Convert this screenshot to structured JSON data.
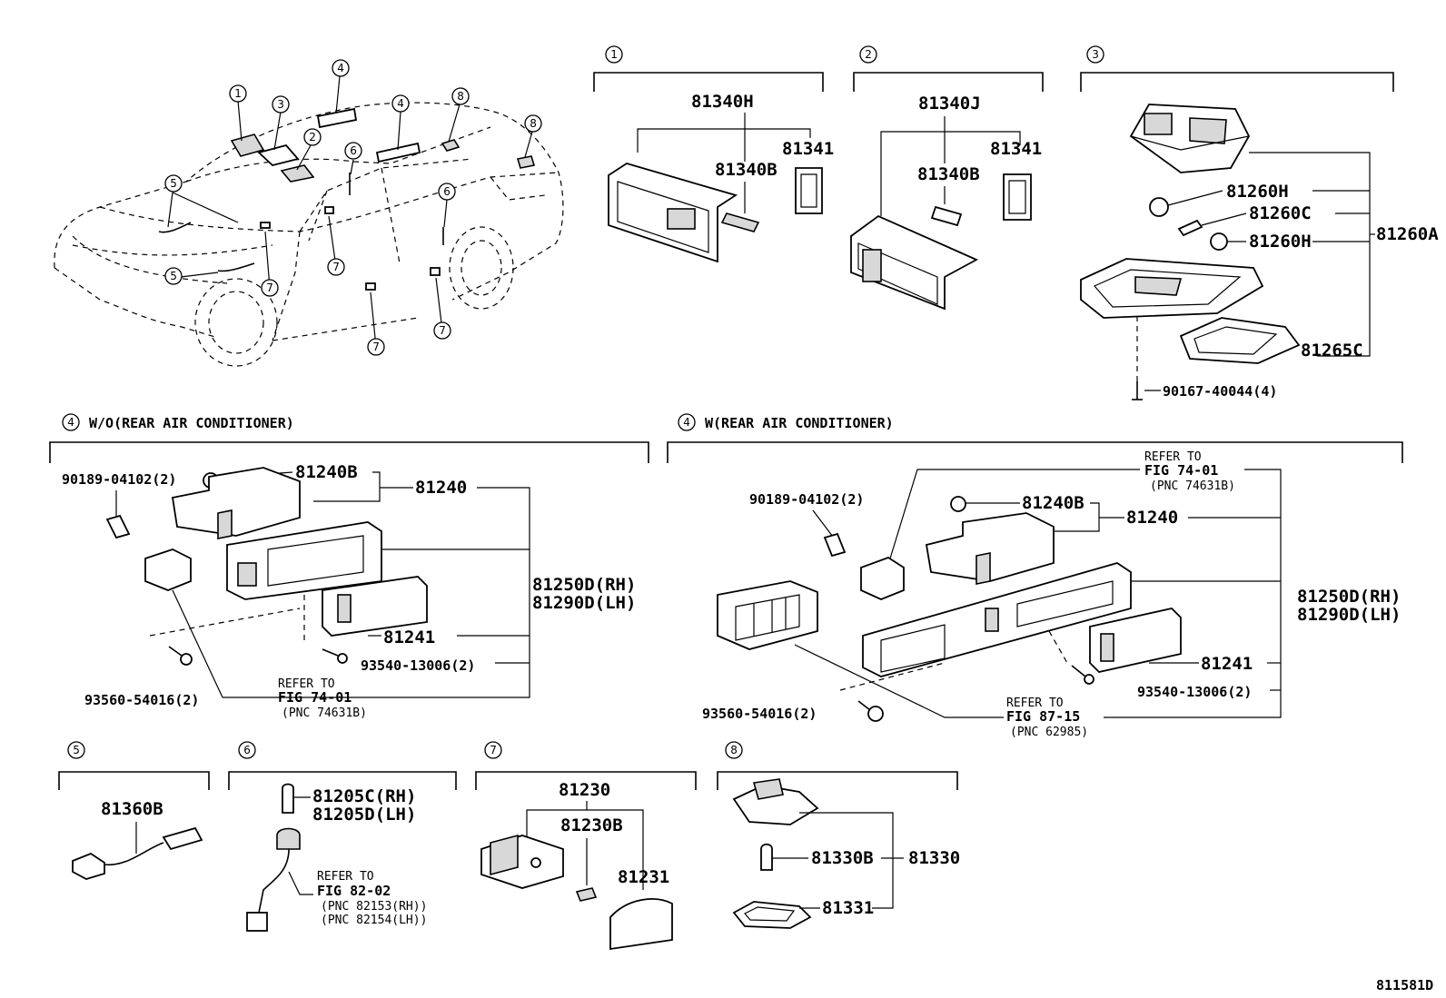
{
  "diagram_id": "811581D",
  "callouts": [
    "1",
    "2",
    "3",
    "4",
    "5",
    "6",
    "7",
    "8"
  ],
  "sections": {
    "s1": {
      "num": "1",
      "parts": [
        "81340H",
        "81340B",
        "81341"
      ]
    },
    "s2": {
      "num": "2",
      "parts": [
        "81340J",
        "81340B",
        "81341"
      ]
    },
    "s3": {
      "num": "3",
      "parts": [
        "81260H",
        "81260C",
        "81260H",
        "81260A",
        "81265C",
        "90167-40044(4)"
      ]
    },
    "s4a": {
      "num": "4",
      "title": "W/O(REAR AIR CONDITIONER)",
      "parts": [
        "90189-04102(2)",
        "81240B",
        "81240",
        "81250D(RH)",
        "81290D(LH)",
        "81241",
        "93540-13006(2)",
        "93560-54016(2)"
      ],
      "ref": [
        "REFER TO",
        "FIG 74-01",
        "(PNC 74631B)"
      ]
    },
    "s4b": {
      "num": "4",
      "title": "W(REAR AIR CONDITIONER)",
      "parts": [
        "90189-04102(2)",
        "81240B",
        "81240",
        "81250D(RH)",
        "81290D(LH)",
        "81241",
        "93540-13006(2)",
        "93560-54016(2)"
      ],
      "ref1": [
        "REFER TO",
        "FIG 74-01",
        "(PNC 74631B)"
      ],
      "ref2": [
        "REFER TO",
        "FIG 87-15",
        "(PNC 62985)"
      ]
    },
    "s5": {
      "num": "5",
      "parts": [
        "81360B"
      ]
    },
    "s6": {
      "num": "6",
      "parts": [
        "81205C(RH)",
        "81205D(LH)"
      ],
      "ref": [
        "REFER TO",
        "FIG 82-02",
        "(PNC 82153(RH))",
        "(PNC 82154(LH))"
      ]
    },
    "s7": {
      "num": "7",
      "parts": [
        "81230",
        "81230B",
        "81231"
      ]
    },
    "s8": {
      "num": "8",
      "parts": [
        "81330B",
        "81330",
        "81331"
      ]
    }
  }
}
